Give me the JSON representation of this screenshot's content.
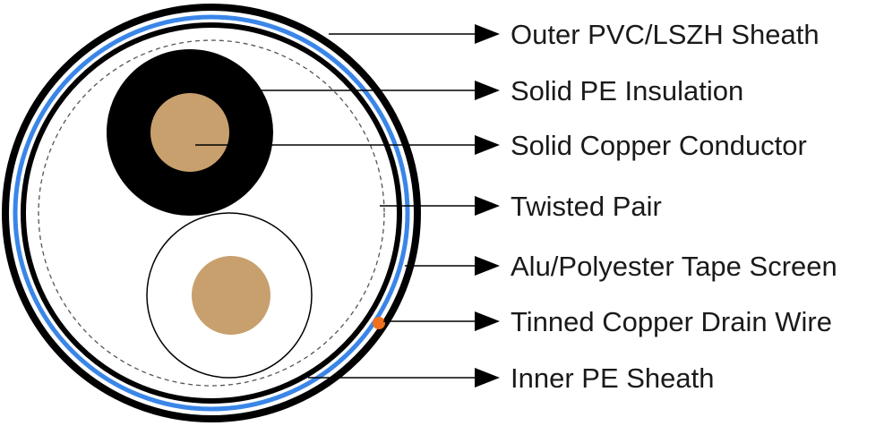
{
  "labels": [
    {
      "id": "outer-sheath",
      "text": "Outer PVC/LSZH Sheath"
    },
    {
      "id": "insulation",
      "text": "Solid PE Insulation"
    },
    {
      "id": "conductor",
      "text": "Solid Copper Conductor"
    },
    {
      "id": "twisted-pair",
      "text": "Twisted Pair"
    },
    {
      "id": "tape-screen",
      "text": "Alu/Polyester Tape Screen"
    },
    {
      "id": "drain-wire",
      "text": "Tinned Copper Drain Wire"
    },
    {
      "id": "inner-sheath",
      "text": "Inner PE Sheath"
    }
  ],
  "colors": {
    "outline": "#000000",
    "screen": "#3a86e8",
    "copper": "#c8a06e",
    "drain": "#f07020",
    "insulation": "#000000",
    "background": "#ffffff"
  }
}
